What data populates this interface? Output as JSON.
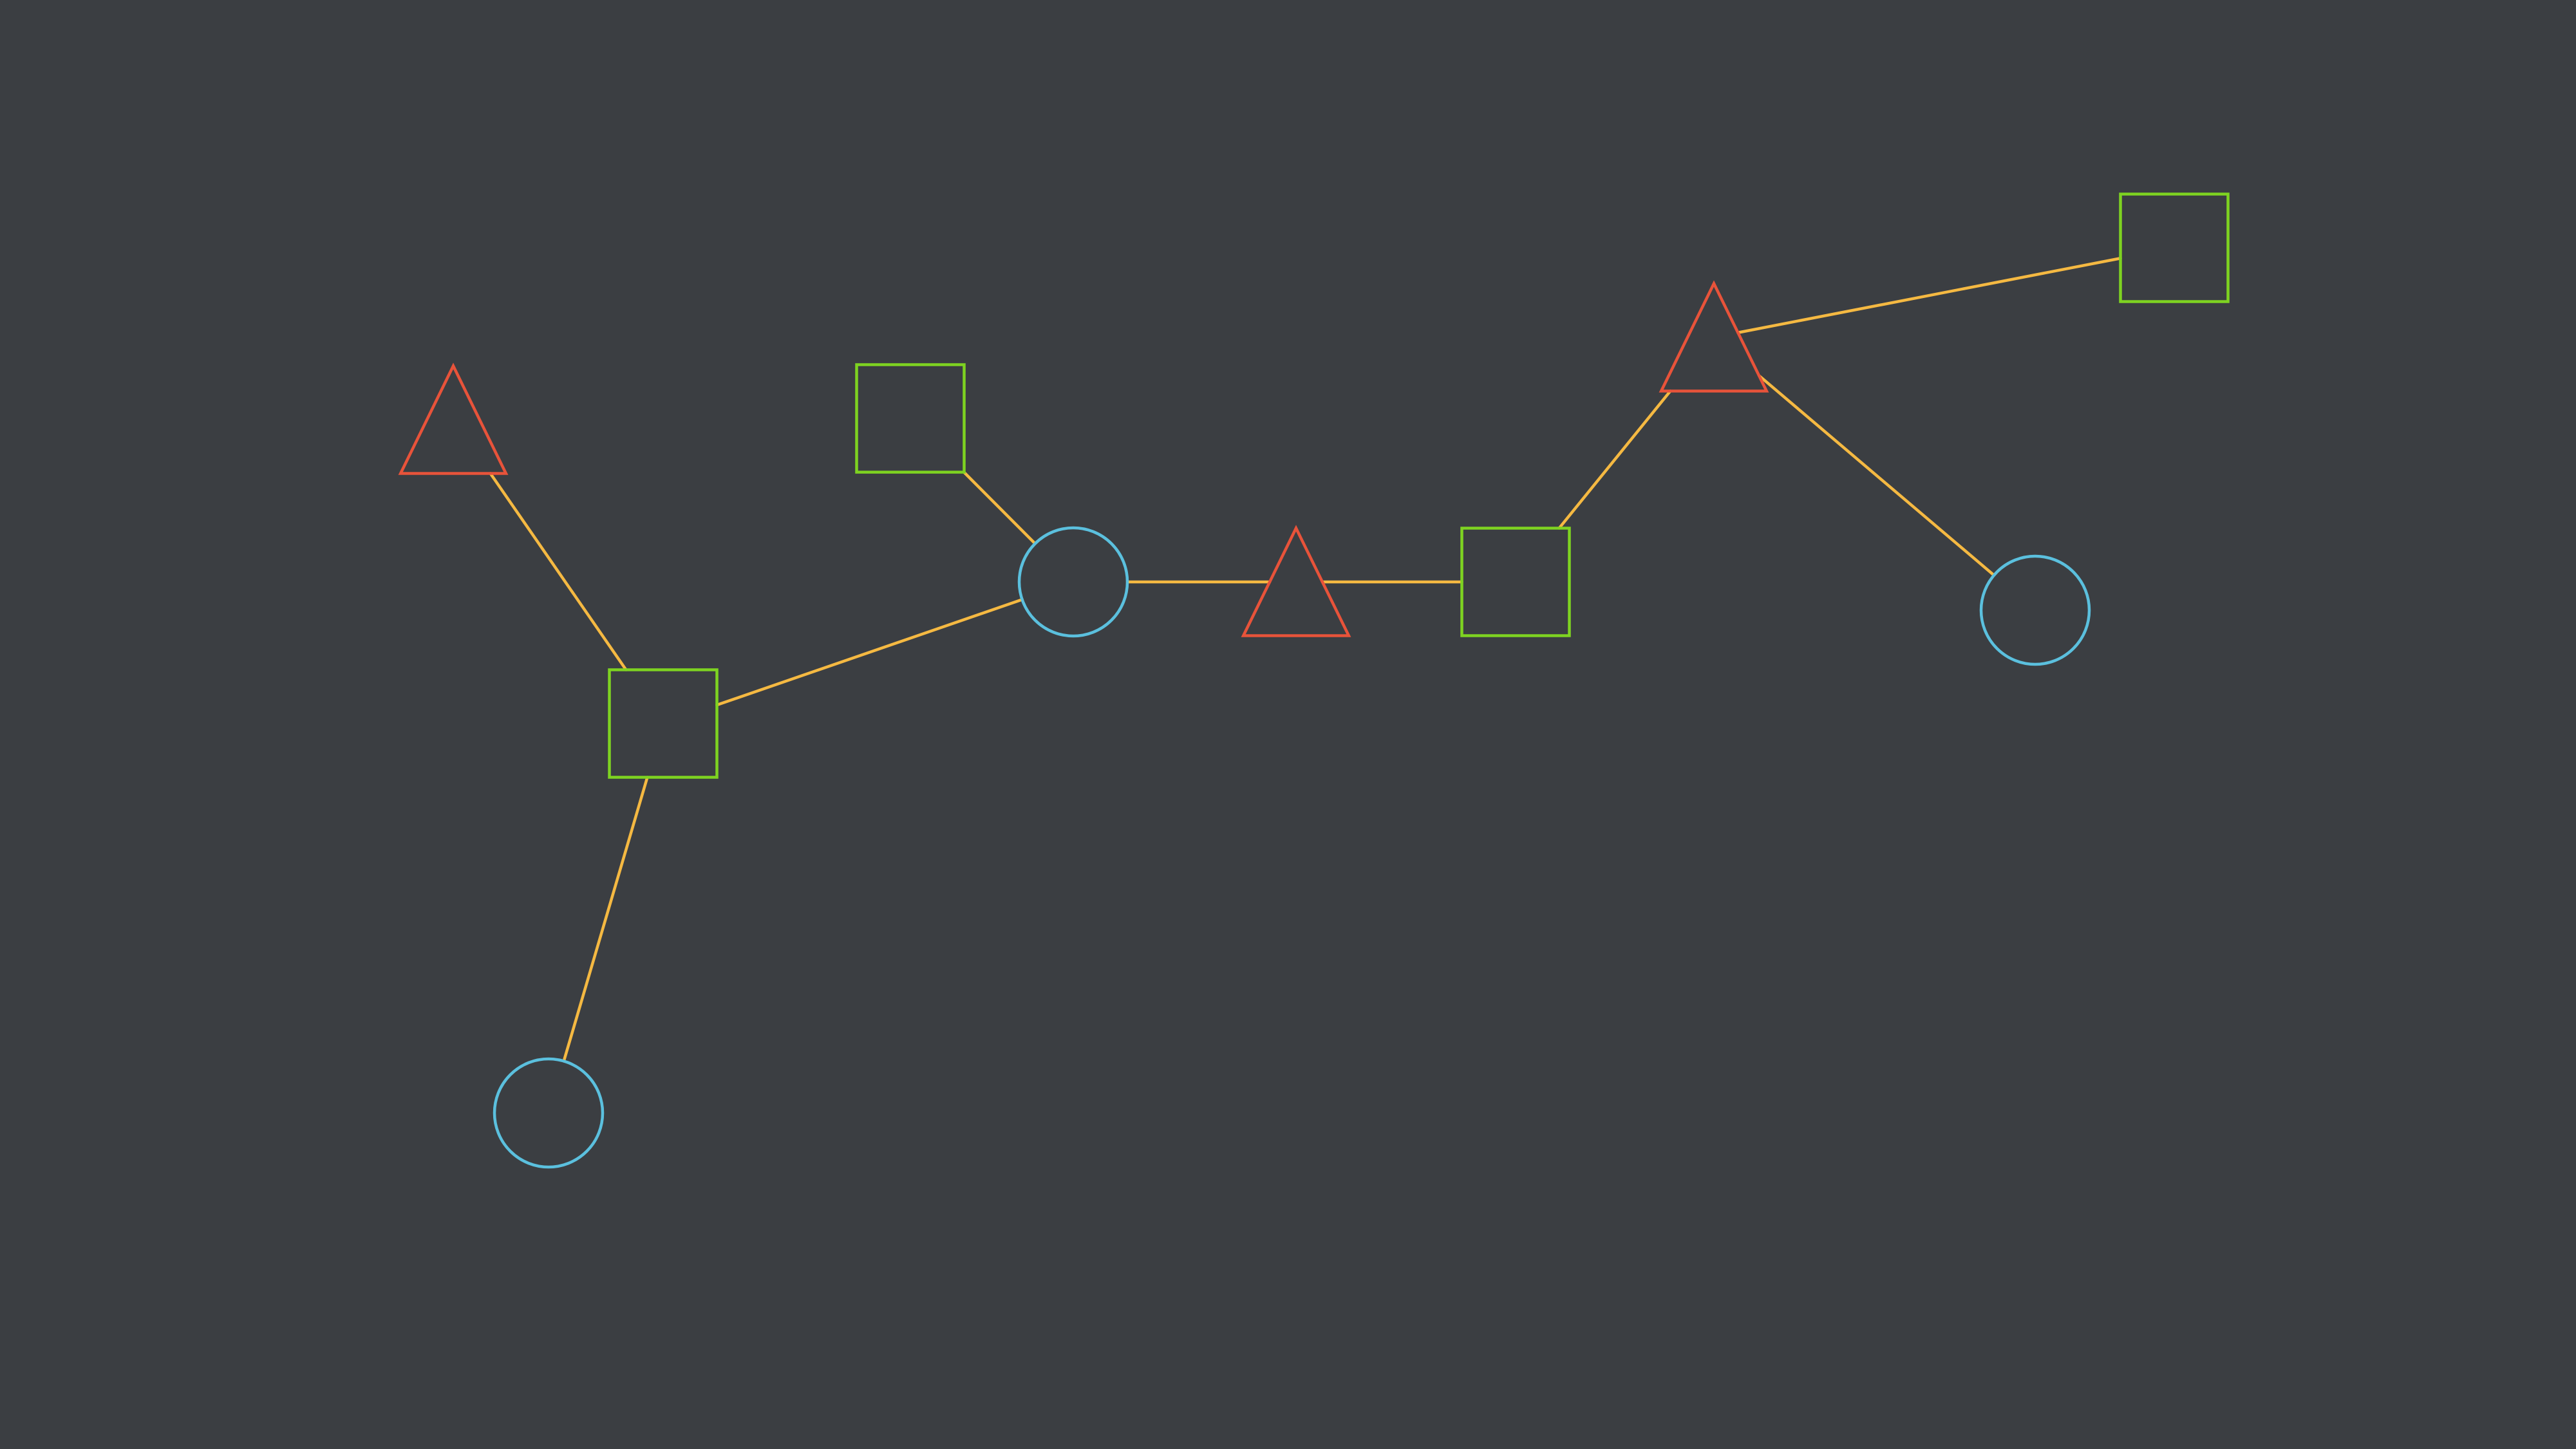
{
  "diagram": {
    "background_color": "#3b3e42",
    "colors": {
      "edge": "#f5b942",
      "square": "#7ed321",
      "triangle": "#e8533a",
      "circle": "#5bc0de"
    },
    "nodes": [
      {
        "id": "tri-far-left",
        "shape": "triangle"
      },
      {
        "id": "sq-upper-left",
        "shape": "square"
      },
      {
        "id": "circ-center-left",
        "shape": "circle"
      },
      {
        "id": "tri-center",
        "shape": "triangle"
      },
      {
        "id": "sq-center-right",
        "shape": "square"
      },
      {
        "id": "tri-upper-right",
        "shape": "triangle"
      },
      {
        "id": "sq-far-upper-right",
        "shape": "square"
      },
      {
        "id": "circ-right",
        "shape": "circle"
      },
      {
        "id": "sq-left-hub",
        "shape": "square"
      },
      {
        "id": "circ-bottom-left",
        "shape": "circle"
      }
    ],
    "edges": [
      {
        "from": "tri-far-left",
        "to": "sq-left-hub"
      },
      {
        "from": "sq-left-hub",
        "to": "circ-bottom-left"
      },
      {
        "from": "sq-left-hub",
        "to": "circ-center-left"
      },
      {
        "from": "sq-upper-left",
        "to": "circ-center-left"
      },
      {
        "from": "circ-center-left",
        "to": "tri-center"
      },
      {
        "from": "tri-center",
        "to": "sq-center-right"
      },
      {
        "from": "sq-center-right",
        "to": "tri-upper-right"
      },
      {
        "from": "tri-upper-right",
        "to": "sq-far-upper-right"
      },
      {
        "from": "tri-upper-right",
        "to": "circ-right"
      }
    ]
  }
}
